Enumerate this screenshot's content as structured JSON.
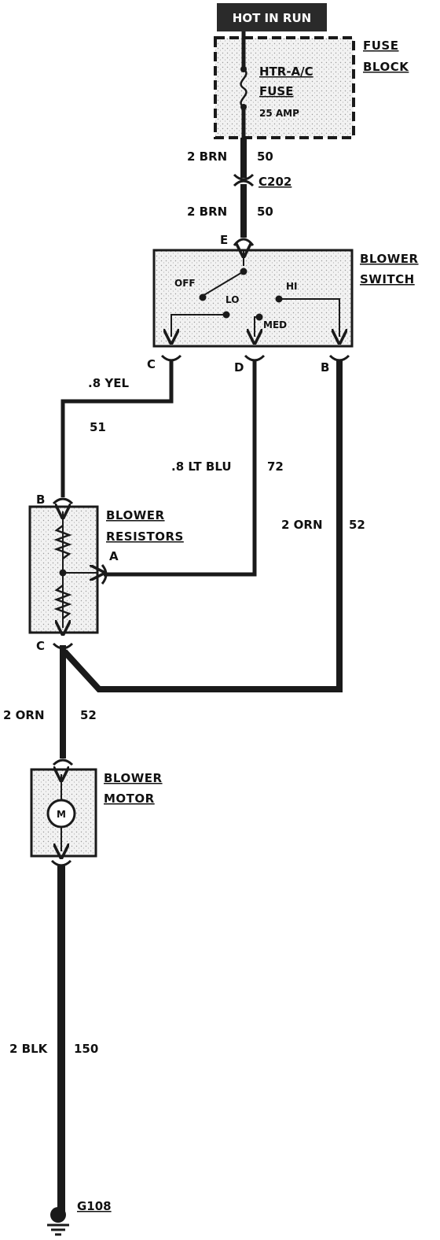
{
  "header": {
    "power_label": "HOT IN RUN"
  },
  "fuse_block": {
    "title_line1": "FUSE",
    "title_line2": "BLOCK",
    "fuse_name_line1": "HTR-A/C",
    "fuse_name_line2": "FUSE",
    "fuse_rating": "25 AMP"
  },
  "wires": {
    "fuse_out_gauge": "2 BRN",
    "fuse_out_circuit": "50",
    "connector_c202": "C202",
    "switch_in_gauge": "2 BRN",
    "switch_in_circuit": "50",
    "yel_gauge": ".8 YEL",
    "yel_circuit": "51",
    "ltblu_gauge": ".8 LT BLU",
    "ltblu_circuit": "72",
    "orn_hi_gauge": "2 ORN",
    "orn_hi_circuit": "52",
    "orn_motor_gauge": "2 ORN",
    "orn_motor_circuit": "52",
    "blk_gauge": "2 BLK",
    "blk_circuit": "150"
  },
  "blower_switch": {
    "title_line1": "BLOWER",
    "title_line2": "SWITCH",
    "terminal_e": "E",
    "terminal_c": "C",
    "terminal_d": "D",
    "terminal_b": "B",
    "pos_off": "OFF",
    "pos_lo": "LO",
    "pos_med": "MED",
    "pos_hi": "HI"
  },
  "blower_resistors": {
    "title_line1": "BLOWER",
    "title_line2": "RESISTORS",
    "terminal_b": "B",
    "terminal_a": "A",
    "terminal_c": "C"
  },
  "blower_motor": {
    "title_line1": "BLOWER",
    "title_line2": "MOTOR",
    "motor_symbol": "M"
  },
  "ground": {
    "label": "G108"
  },
  "colors": {
    "wire": "#1a1a1a",
    "banner_bg": "#2a2a2a",
    "banner_text": "#ffffff"
  }
}
